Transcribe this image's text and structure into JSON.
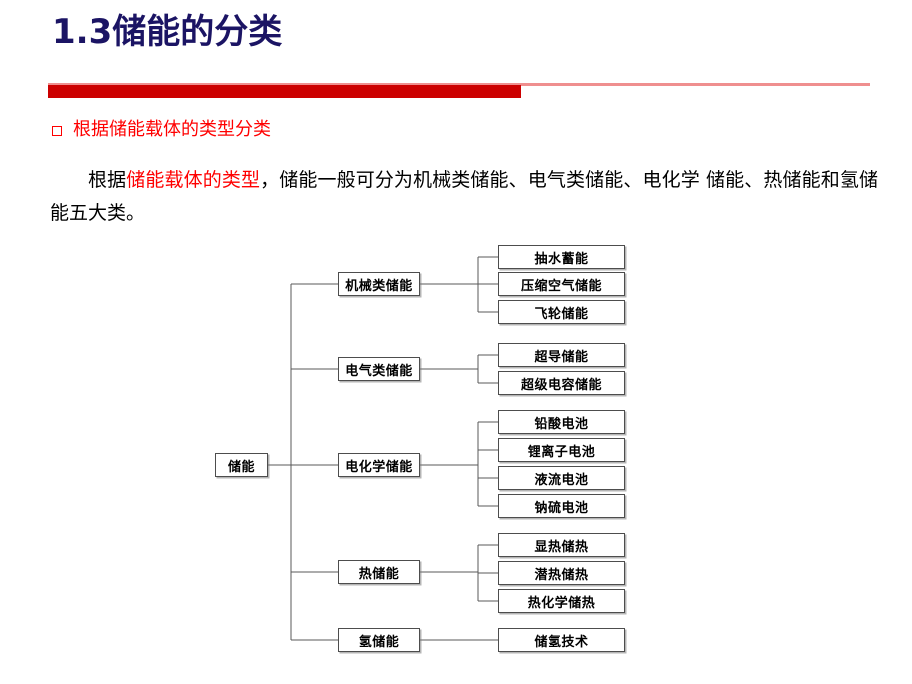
{
  "slide": {
    "title_number": "1.3",
    "title_text": "储能的分类",
    "title_full": "1.3储能的分类",
    "title_color": "#1b1464",
    "accent_color": "#cc0000",
    "accent_light_color": "#ef8f8f",
    "highlight_color": "#ff0000"
  },
  "bullet": {
    "marker": "hollow-square",
    "heading": "根据储能载体的类型分类"
  },
  "paragraph": {
    "lead": "根据",
    "highlight": "储能载体的类型",
    "rest": "，储能一般可分为机械类储能、电气类储能、电化学 储能、热储能和氢储能五大类。",
    "full": "根据储能载体的类型，储能一般可分为机械类储能、电气类储能、电化学 储能、热储能和氢储能五大类。"
  },
  "diagram": {
    "type": "tree",
    "root": {
      "label": "储能"
    },
    "branches": [
      {
        "label": "机械类储能",
        "children": [
          {
            "label": "抽水蓄能"
          },
          {
            "label": "压缩空气储能"
          },
          {
            "label": "飞轮储能"
          }
        ]
      },
      {
        "label": "电气类储能",
        "children": [
          {
            "label": "超导储能"
          },
          {
            "label": "超级电容储能"
          }
        ]
      },
      {
        "label": "电化学储能",
        "children": [
          {
            "label": "铅酸电池"
          },
          {
            "label": "锂离子电池"
          },
          {
            "label": "液流电池"
          },
          {
            "label": "钠硫电池"
          }
        ]
      },
      {
        "label": "热储能",
        "children": [
          {
            "label": "显热储热"
          },
          {
            "label": "潜热储热"
          },
          {
            "label": "热化学储热"
          }
        ]
      },
      {
        "label": "氢储能",
        "children": [
          {
            "label": "储氢技术"
          }
        ]
      }
    ]
  }
}
